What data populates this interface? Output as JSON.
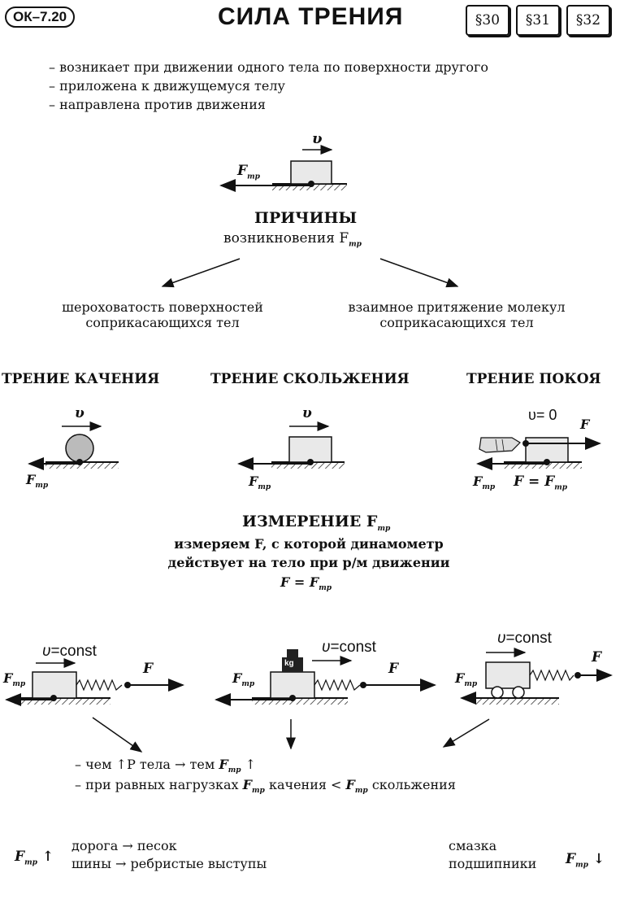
{
  "header": {
    "badge": "ОК–7.20",
    "title": "СИЛА ТРЕНИЯ",
    "paragraphs": [
      "§30",
      "§31",
      "§32"
    ]
  },
  "properties": [
    "– возникает при движении одного тела по поверхности другого",
    "– приложена к движущемуся телу",
    "– направлена против движения"
  ],
  "causes": {
    "title": "ПРИЧИНЫ",
    "subtitle": "возникновения F",
    "sub_index": "тр",
    "left": [
      "шероховатость поверхностей",
      "соприкасающихся тел"
    ],
    "right": [
      "взаимное притяжение молекул",
      "соприкасающихся тел"
    ]
  },
  "types": {
    "rolling": "ТРЕНИЕ КАЧЕНИЯ",
    "sliding": "ТРЕНИЕ СКОЛЬЖЕНИЯ",
    "static": "ТРЕНИЕ ПОКОЯ",
    "v_zero": "υ= 0",
    "equality": "F = F"
  },
  "measurement": {
    "title": "ИЗМЕРЕНИЕ F",
    "line1": "измеряем  F, с которой  динамометр",
    "line2": "действует на тело при р/м  движении",
    "formula": "F = F"
  },
  "const_label": "=const",
  "weight_label": "kg",
  "conclusions": {
    "line1_a": "– чем ",
    "line1_b": "P тела → тем",
    "line2_a": "– при равных нагрузках",
    "line2_b": "качения <",
    "line2_c": "скольжения"
  },
  "bottom": {
    "left": [
      "дорога → песок",
      "шины → ребристые выступы"
    ],
    "right": [
      "смазка",
      "подшипники"
    ]
  }
}
